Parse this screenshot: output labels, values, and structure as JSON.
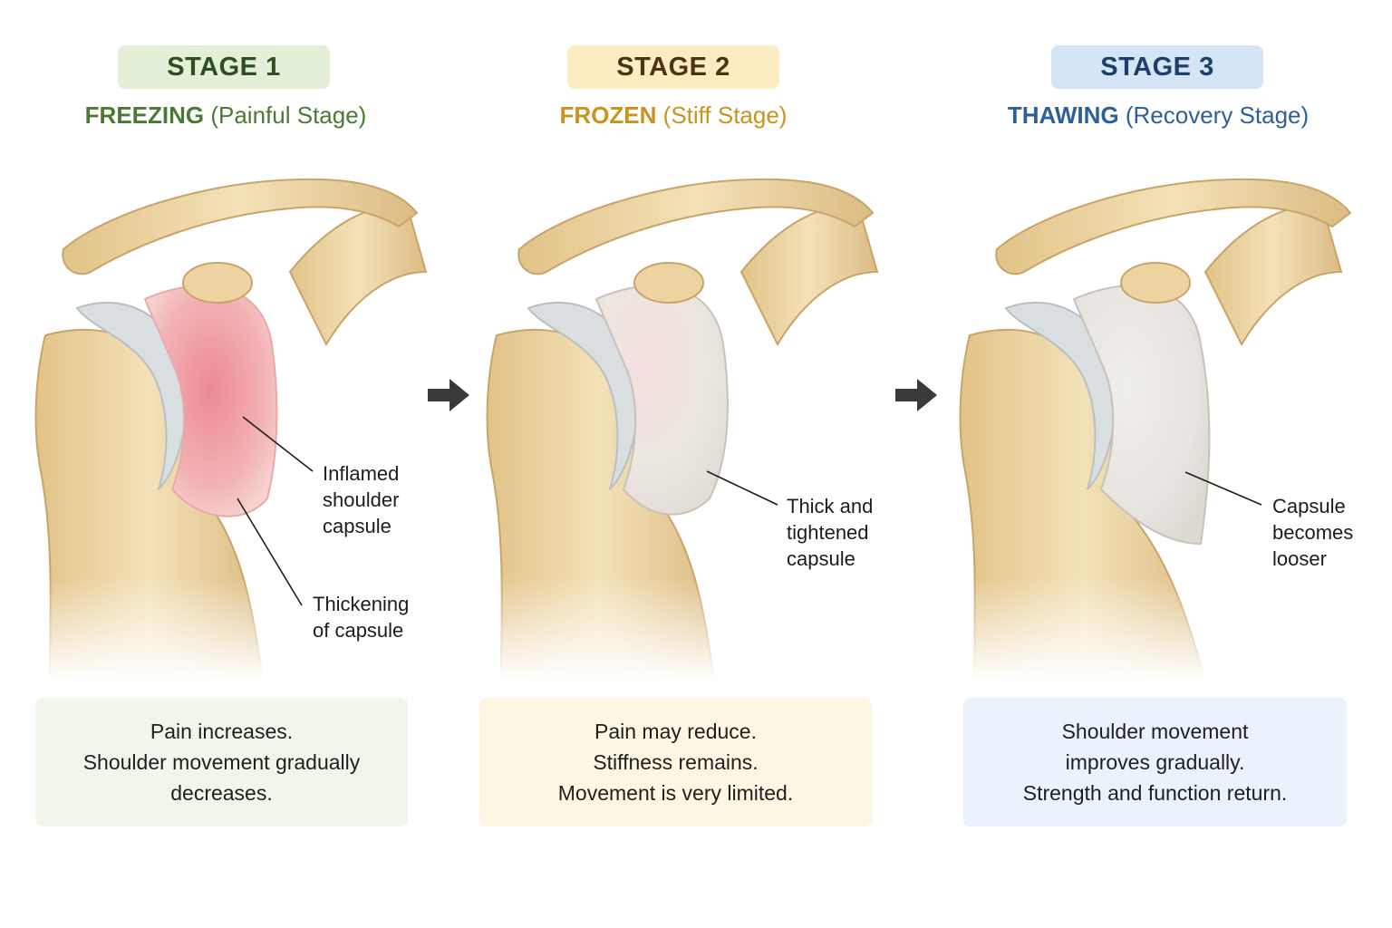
{
  "stages": [
    {
      "badge": "STAGE 1",
      "name": "FREEZING",
      "qualifier": "(Painful Stage)",
      "callouts": [
        "Inflamed\nshoulder\ncapsule",
        "Thickening\nof capsule"
      ],
      "description": [
        "Pain increases.",
        "Shoulder movement gradually",
        "decreases."
      ]
    },
    {
      "badge": "STAGE 2",
      "name": "FROZEN",
      "qualifier": "(Stiff Stage)",
      "callouts": [
        "Thick and\ntightened\ncapsule"
      ],
      "description": [
        "Pain may reduce.",
        "Stiffness remains.",
        "Movement is very limited."
      ]
    },
    {
      "badge": "STAGE 3",
      "name": "THAWING",
      "qualifier": "(Recovery Stage)",
      "callouts": [
        "Capsule\nbecomes\nlooser"
      ],
      "description": [
        "Shoulder movement",
        "improves gradually.",
        "Strength and function return."
      ]
    }
  ],
  "colors": {
    "stage1_accent": "#4a7a34",
    "stage1_badge_bg": "#e3efd7",
    "stage1_panel_bg": "#f0f6ea",
    "stage2_accent": "#c9941e",
    "stage2_badge_bg": "#fbecc2",
    "stage2_panel_bg": "#fdf6e2",
    "stage3_accent": "#2f5f99",
    "stage3_badge_bg": "#d6e5f5",
    "stage3_panel_bg": "#eaf2fb",
    "bone": "#ecd6a4",
    "inflamed_capsule": "#ee9aa0",
    "capsule": "#e7e4df"
  },
  "icons": [
    "right-arrow-icon"
  ]
}
